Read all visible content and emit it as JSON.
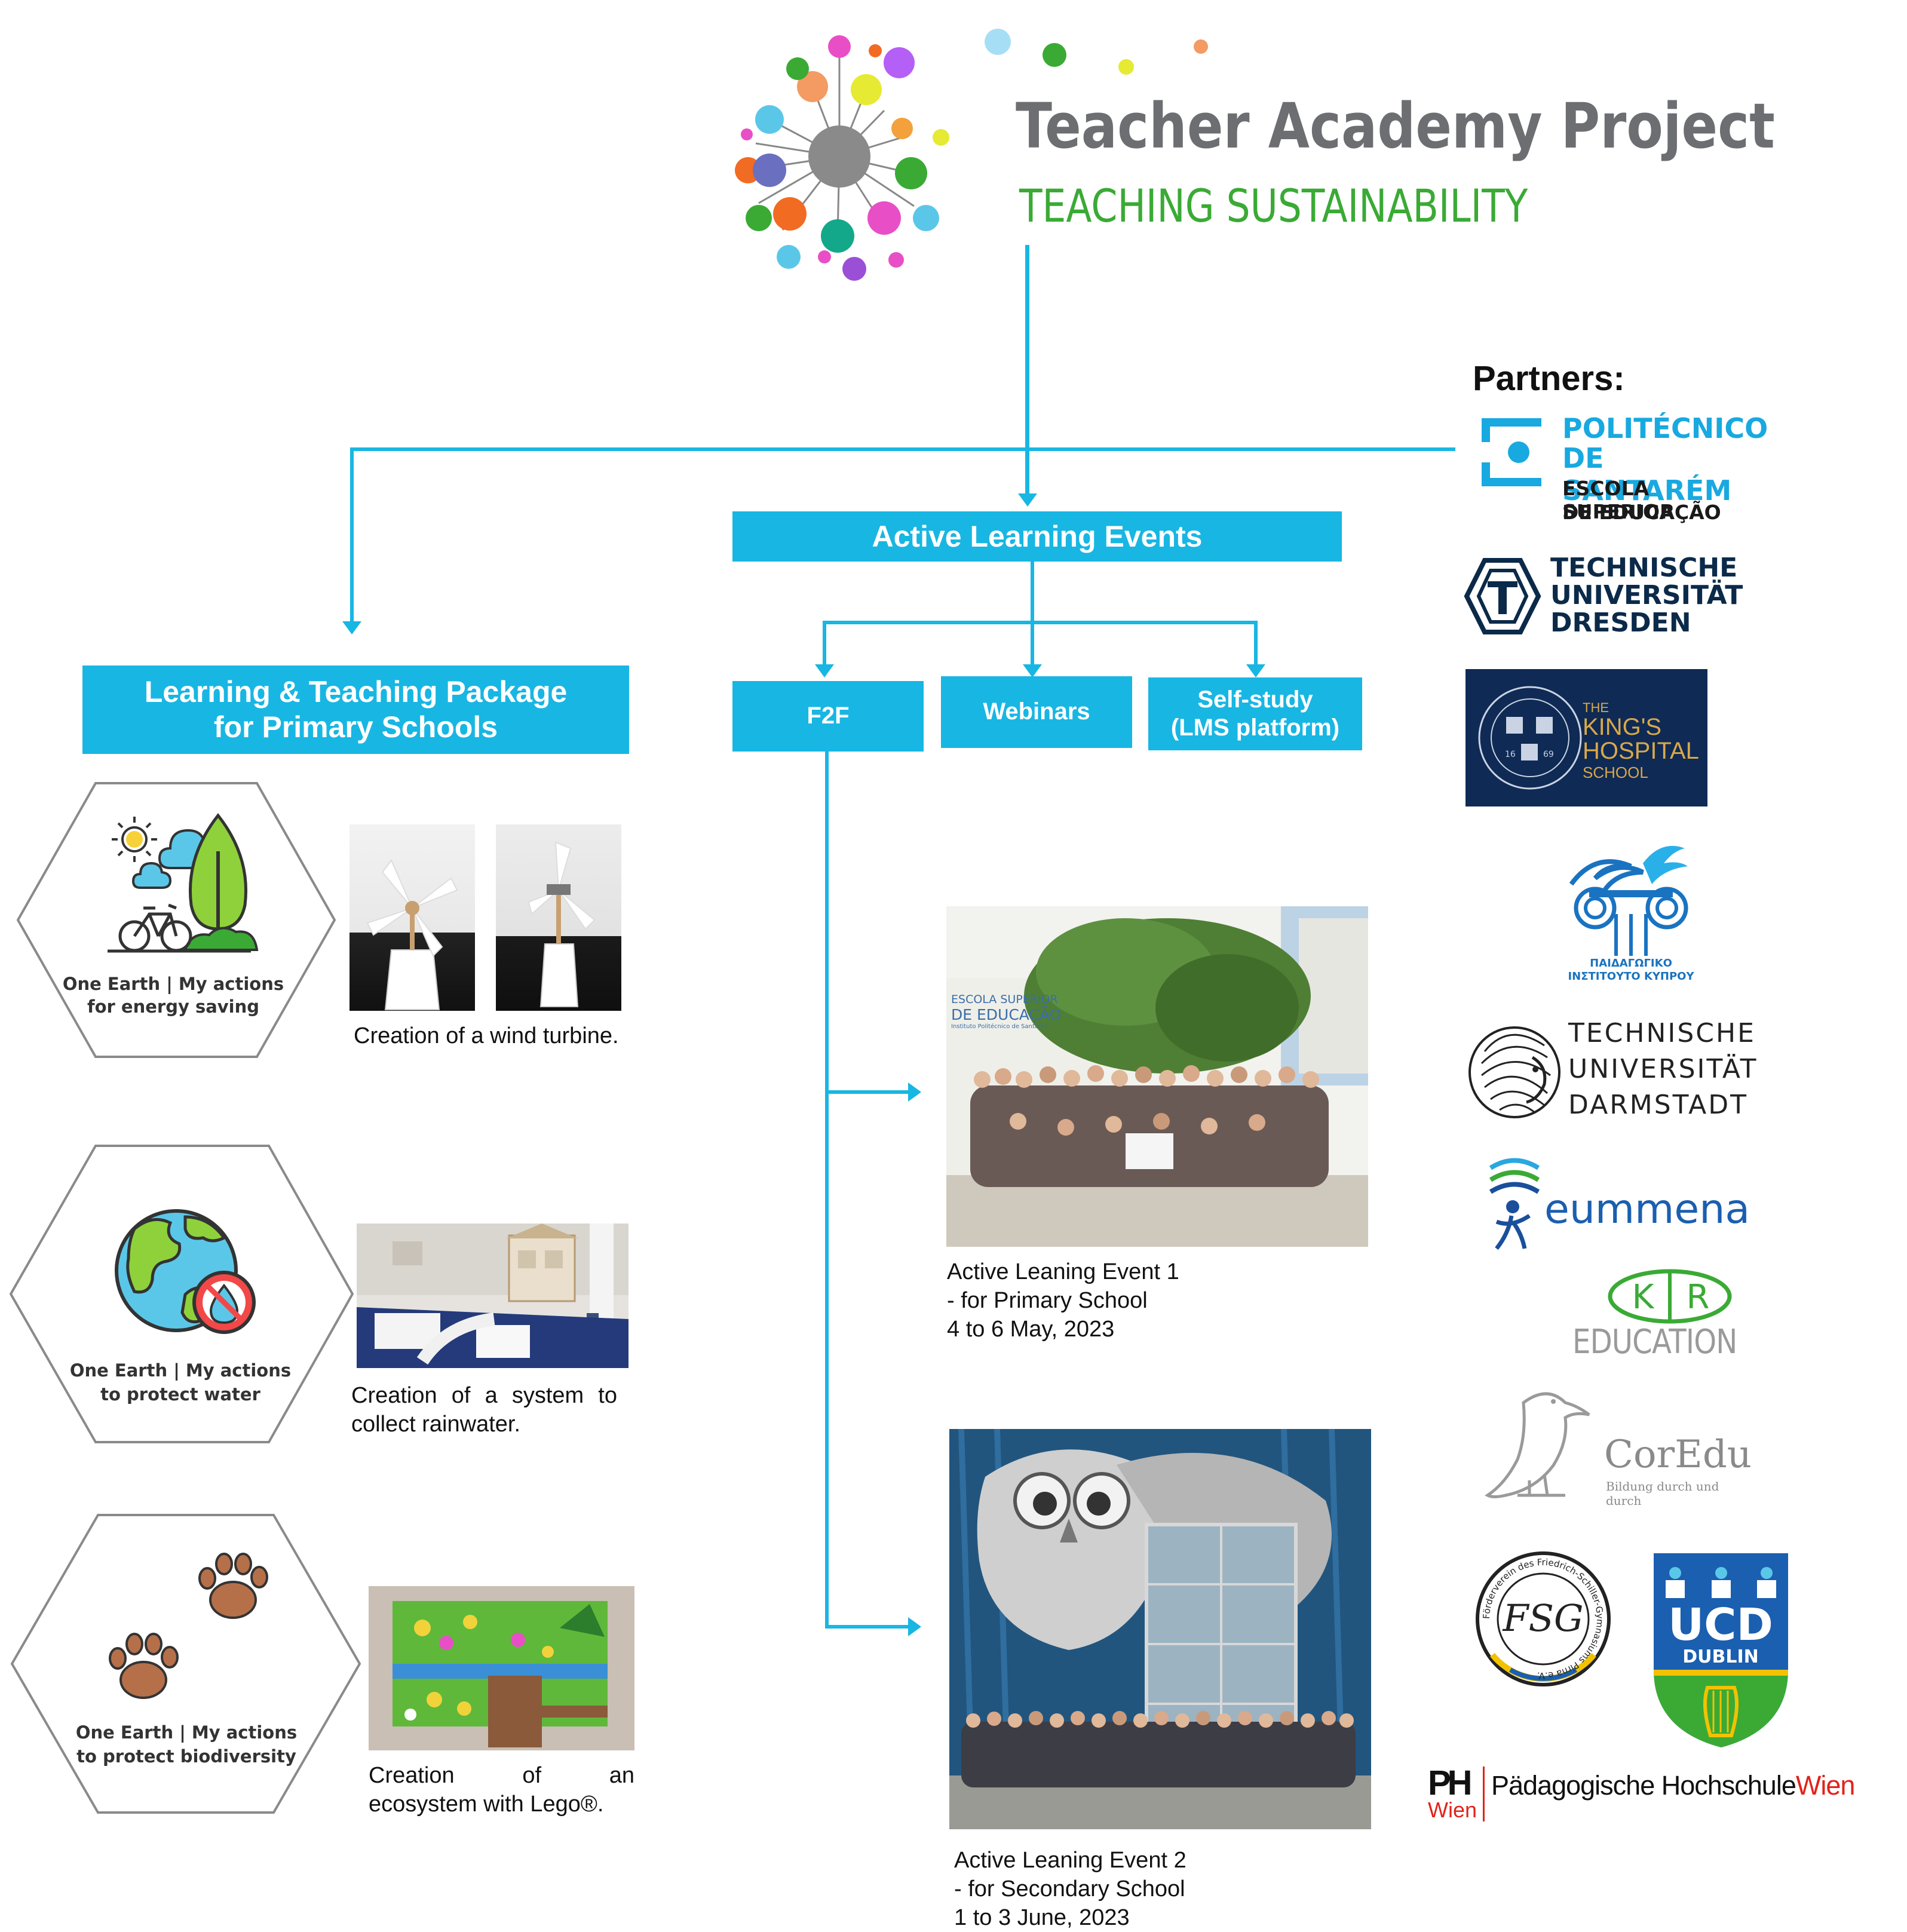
{
  "header": {
    "title": "Teacher Academy Project",
    "subtitle": "TEACHING SUSTAINABILITY"
  },
  "partners": {
    "heading": "Partners:",
    "santarem": [
      "POLITÉCNICO",
      "DE SANTARÉM",
      "ESCOLA SUPERIOR",
      "DE EDUCAÇÃO"
    ],
    "tu_dresden": [
      "TECHNISCHE",
      "UNIVERSITÄT",
      "DRESDEN"
    ],
    "kings_hospital": [
      "THE",
      "KING'S",
      "HOSPITAL",
      "SCHOOL"
    ],
    "kings_hospital_seal": [
      "16",
      "69"
    ],
    "cyprus": "ΠΑΙΔΑΓΩΓΙΚΟ ΙΝΣΤΙΤΟΥΤΟ ΚΥΠΡΟΥ",
    "tu_darmstadt": [
      "TECHNISCHE",
      "UNIVERSITÄT",
      "DARMSTADT"
    ],
    "eummena": "eummena",
    "kr_education": [
      "K",
      "R",
      "EDUCATION"
    ],
    "coredu": [
      "CorEdu",
      "Bildung durch und durch"
    ],
    "fsg": "FSG",
    "fsg_ring": "Förderverein des Friedrich-Schiller-Gymnasiums Pirna e.V.",
    "ucd": [
      "UCD",
      "DUBLIN"
    ],
    "ph_wien": [
      "PH",
      "Wien",
      "Pädagogische Hochschule",
      "Wien"
    ]
  },
  "nodes": {
    "active_learning": "Active Learning Events",
    "package_line1": "Learning & Teaching Package",
    "package_line2": "for Primary Schools",
    "f2f": "F2F",
    "webinars": "Webinars",
    "selfstudy_line1": "Self-study",
    "selfstudy_line2": "(LMS platform)"
  },
  "modules": [
    {
      "line1": "One Earth | My actions",
      "line2": "for energy saving",
      "caption": [
        "Creation of a wind turbine."
      ]
    },
    {
      "line1": "One Earth | My actions",
      "line2": "to protect water",
      "caption": [
        "Creation of a system to",
        "collect rainwater."
      ]
    },
    {
      "line1": "One Earth | My actions",
      "line2": "to protect biodiversity",
      "caption": [
        "Creation of an",
        "ecosystem with Lego®."
      ]
    }
  ],
  "events": [
    {
      "photo_sign": [
        "ESCOLA SUPERIOR",
        "DE EDUCAÇÃO",
        "Instituto Politécnico de Santarém"
      ],
      "lines": [
        "Active Leaning Event 1",
        "- for Primary School",
        "4 to 6 May, 2023"
      ]
    },
    {
      "lines": [
        "Active Leaning Event 2",
        "- for Secondary School",
        "1 to 3 June, 2023"
      ]
    }
  ],
  "colors": {
    "accent": "#18b6e3",
    "title_gray": "#6d6e71",
    "subtitle_green": "#3aaa35",
    "kings_navy": "#0f2a54"
  }
}
